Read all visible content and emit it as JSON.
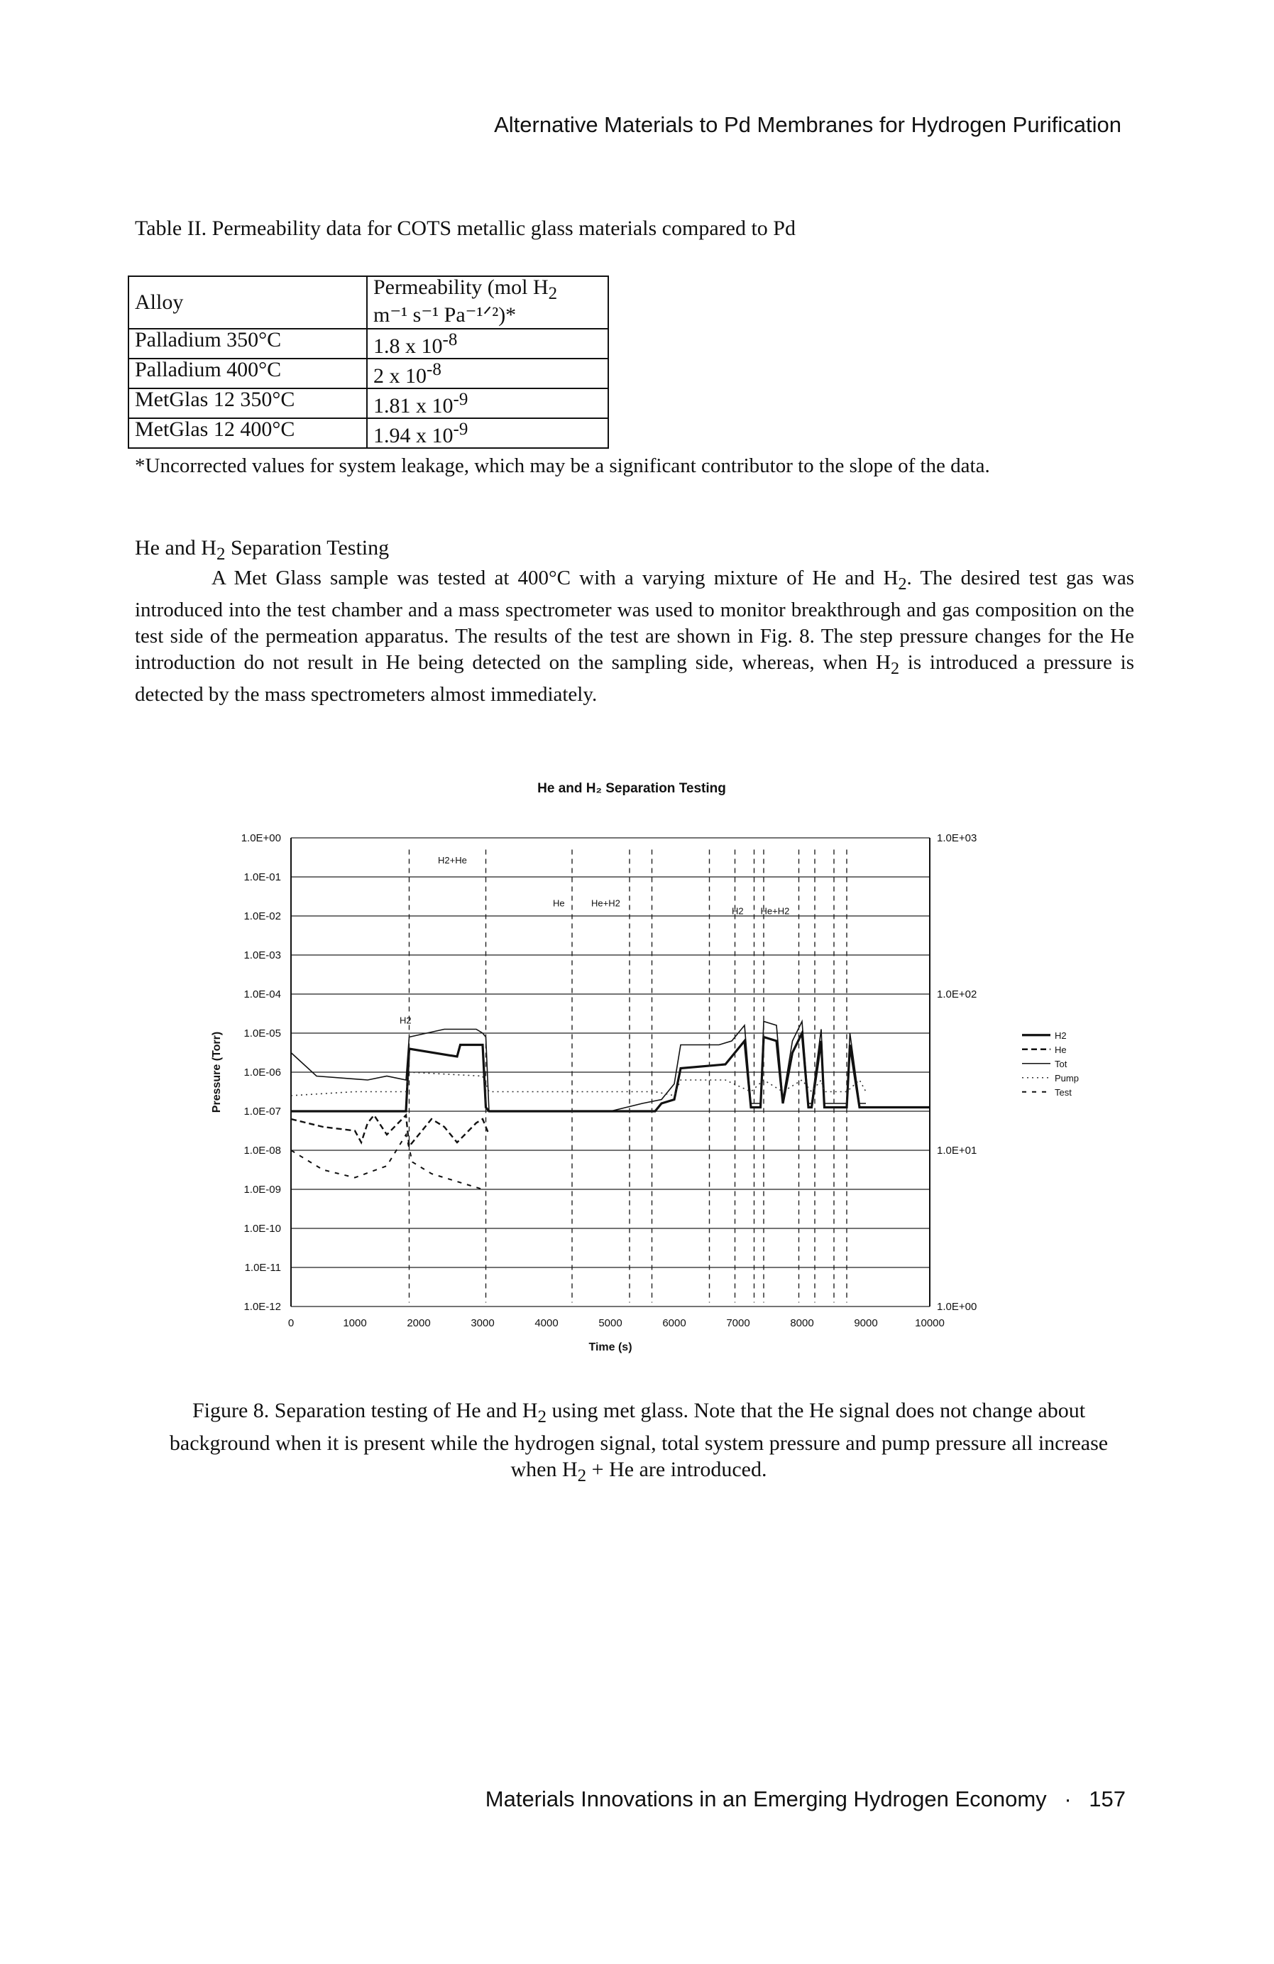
{
  "header": {
    "running_title": "Alternative Materials to Pd Membranes for Hydrogen Purification"
  },
  "table": {
    "caption": "Table II. Permeability data for COTS metallic glass materials compared to Pd",
    "col_alloy": "Alloy",
    "col_perm_line1": "Permeability (mol H",
    "col_perm_sub": "2",
    "col_perm_line2": "m⁻¹ s⁻¹ Pa⁻¹ᐟ²)*",
    "rows": [
      {
        "alloy": "Palladium 350°C",
        "value": "1.8 x 10",
        "exp": "-8"
      },
      {
        "alloy": "Palladium 400°C",
        "value": "2 x 10",
        "exp": "-8"
      },
      {
        "alloy": "MetGlas 12 350°C",
        "value": "1.81 x 10",
        "exp": "-9"
      },
      {
        "alloy": "MetGlas 12 400°C",
        "value": "1.94 x 10",
        "exp": "-9"
      }
    ],
    "note": "*Uncorrected values for system leakage, which may be a significant contributor to the slope of the data."
  },
  "section": {
    "title_a": "He and H",
    "title_sub": "2",
    "title_b": " Separation Testing",
    "p_a": "A Met Glass sample was tested at 400°C with a varying mixture of He and H",
    "p_sub1": "2",
    "p_b": ". The desired test gas was introduced into the test chamber and a mass spectrometer was used to monitor breakthrough and gas composition on the test side of the permeation apparatus. The results of the test are shown in Fig. 8. The step pressure changes for the He introduction do not result in He being detected on the sampling side, whereas, when H",
    "p_sub2": "2",
    "p_c": " is introduced a pressure is detected by the mass spectrometers almost immediately."
  },
  "figure": {
    "caption_a": "Figure 8. Separation testing of He and H",
    "caption_sub1": "2",
    "caption_b": " using met glass. Note that the He signal does not change about background when it is present while the hydrogen signal, total system pressure and pump pressure all increase when H",
    "caption_sub2": "2",
    "caption_c": " + He are introduced."
  },
  "chart_data": {
    "type": "line",
    "title": "He and H₂ Separation Testing",
    "xlabel": "Time (s)",
    "ylabel": "Pressure (Torr)",
    "xlim": [
      0,
      10000
    ],
    "x_ticks": [
      "0",
      "1000",
      "2000",
      "3000",
      "4000",
      "5000",
      "6000",
      "7000",
      "8000",
      "9000",
      "10000"
    ],
    "y_left_log_range": [
      -12,
      0
    ],
    "y_left_ticks": [
      "1.0E+00",
      "1.0E-01",
      "1.0E-02",
      "1.0E-03",
      "1.0E-04",
      "1.0E-05",
      "1.0E-06",
      "1.0E-07",
      "1.0E-08",
      "1.0E-09",
      "1.0E-10",
      "1.0E-11",
      "1.0E-12"
    ],
    "y_right_log_range": [
      0,
      3
    ],
    "y_right_ticks": [
      "1.0E+03",
      "1.0E+02",
      "1.0E+01",
      "1.0E+00"
    ],
    "legend": [
      "H2",
      "He",
      "Tot",
      "Pump",
      "Test"
    ],
    "legend_position": "right",
    "annotations": [
      "H2+He",
      "He",
      "He+H2",
      "H2",
      "H2",
      "He+H2"
    ],
    "series": [
      {
        "name": "H2",
        "x": [
          0,
          1800,
          1850,
          2600,
          2650,
          3000,
          3050,
          3100,
          5700,
          5800,
          6000,
          6100,
          6800,
          6900,
          7100,
          7200,
          7350,
          7400,
          7600,
          7700,
          7850,
          8000,
          8100,
          8150,
          8300,
          8350,
          8700,
          8750,
          8900,
          10000
        ],
        "y": [
          -7.0,
          -7.0,
          -5.4,
          -5.6,
          -5.3,
          -5.3,
          -6.9,
          -7.0,
          -7.0,
          -6.8,
          -6.7,
          -5.9,
          -5.8,
          -5.6,
          -5.2,
          -6.9,
          -6.9,
          -5.1,
          -5.2,
          -6.8,
          -5.5,
          -5.0,
          -6.9,
          -6.9,
          -5.2,
          -6.9,
          -6.9,
          -5.3,
          -6.9,
          -6.9
        ]
      },
      {
        "name": "Tot",
        "x": [
          0,
          400,
          1200,
          1500,
          1800,
          1850,
          2400,
          2900,
          3000,
          3050,
          3100,
          5000,
          5500,
          5800,
          6000,
          6100,
          6700,
          6900,
          7100,
          7200,
          7350,
          7400,
          7600,
          7700,
          7850,
          8000,
          8100,
          8150,
          8300,
          8350,
          8700,
          8750,
          8900,
          9000
        ],
        "y": [
          -5.5,
          -6.1,
          -6.2,
          -6.1,
          -6.2,
          -5.1,
          -4.9,
          -4.9,
          -5.0,
          -5.1,
          -7.0,
          -7.0,
          -6.8,
          -6.7,
          -6.3,
          -5.3,
          -5.3,
          -5.2,
          -4.8,
          -6.8,
          -6.8,
          -4.7,
          -4.8,
          -6.7,
          -5.2,
          -4.7,
          -6.8,
          -6.8,
          -4.9,
          -6.8,
          -6.8,
          -5.0,
          -6.8,
          -6.8
        ]
      },
      {
        "name": "Pump",
        "x": [
          0,
          1000,
          1800,
          1850,
          3000,
          3100,
          5700,
          6000,
          6100,
          6800,
          7200,
          7400,
          7700,
          8000,
          8150,
          8300,
          8350,
          8700,
          8900,
          9000
        ],
        "y": [
          -6.6,
          -6.5,
          -6.5,
          -6.0,
          -6.1,
          -6.5,
          -6.5,
          -6.6,
          -6.2,
          -6.2,
          -6.5,
          -6.2,
          -6.5,
          -6.2,
          -6.5,
          -6.2,
          -6.5,
          -6.5,
          -6.2,
          -6.5
        ]
      },
      {
        "name": "He",
        "x": [
          0,
          500,
          1000,
          1100,
          1200,
          1300,
          1500,
          1800,
          1850,
          2000,
          2200,
          2400,
          2600,
          2900,
          3000,
          3100
        ],
        "y": [
          -7.2,
          -7.4,
          -7.5,
          -7.8,
          -7.3,
          -7.1,
          -7.6,
          -7.1,
          -7.9,
          -7.6,
          -7.2,
          -7.4,
          -7.8,
          -7.3,
          -7.2,
          -7.6
        ]
      },
      {
        "name": "Test",
        "x": [
          0,
          500,
          1000,
          1500,
          1800,
          1900,
          2200,
          2600,
          3000
        ],
        "y": [
          -8.0,
          -8.5,
          -8.7,
          -8.4,
          -7.6,
          -8.3,
          -8.6,
          -8.8,
          -9.0
        ]
      }
    ]
  },
  "footer": {
    "book_title": "Materials Innovations in an Emerging Hydrogen Economy",
    "separator": "·",
    "page_number": "157"
  }
}
